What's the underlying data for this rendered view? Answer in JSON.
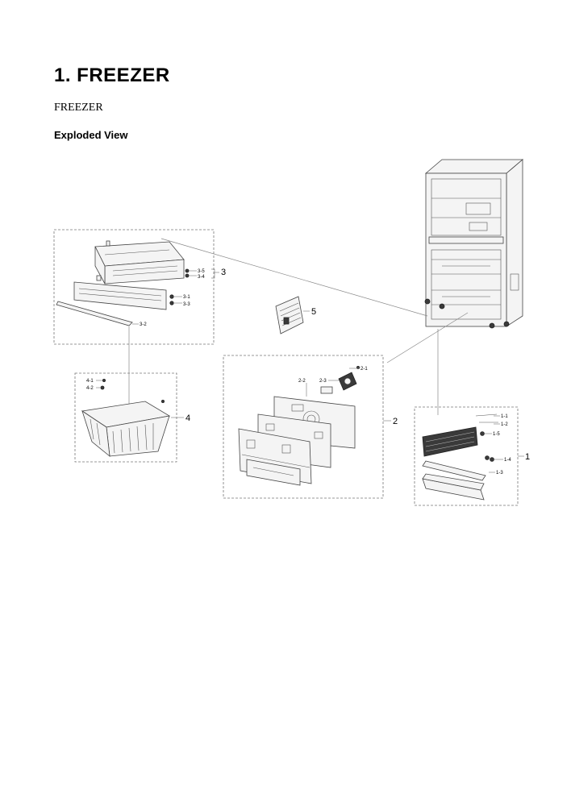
{
  "header": {
    "title": "1.  FREEZER",
    "section": "FREEZER",
    "subtitle": "Exploded View"
  },
  "callouts": {
    "c1": "1",
    "c1_1": "1-1",
    "c1_2": "1-2",
    "c1_3": "1-3",
    "c1_4": "1-4",
    "c1_5": "1-5",
    "c2": "2",
    "c2_1": "2-1",
    "c2_2": "2-2",
    "c2_3": "2-3",
    "c3": "3",
    "c3_1": "3-1",
    "c3_2": "3-2",
    "c3_3": "3-3",
    "c3_4": "3-4",
    "c3_5": "3-5",
    "c4": "4",
    "c4_1": "4-1",
    "c4_2": "4-2",
    "c5": "5"
  }
}
